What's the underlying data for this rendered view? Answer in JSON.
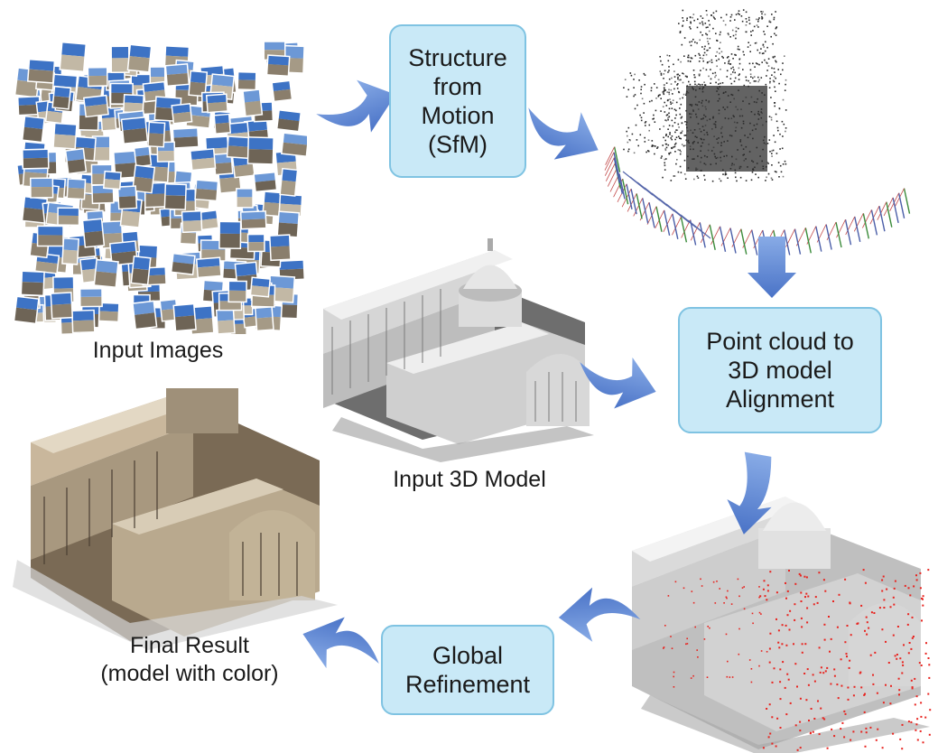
{
  "diagram": {
    "nodes": {
      "sfm": {
        "lines": [
          "Structure",
          "from",
          "Motion",
          "(SfM)"
        ]
      },
      "alignment": {
        "lines": [
          "Point cloud to",
          "3D model",
          "Alignment"
        ]
      },
      "refinement": {
        "lines": [
          "Global",
          "Refinement"
        ]
      }
    },
    "captions": {
      "input_images": "Input Images",
      "input_model": "Input 3D Model",
      "final_result": [
        "Final Result",
        "(model with color)"
      ]
    },
    "colors": {
      "box_fill": "#c9e9f7",
      "box_border": "#7fc3e2",
      "arrow": "#5b86d6",
      "highlight": "#e8231f"
    },
    "icons": {
      "photo_collage": "photo-collage-icon",
      "point_cloud": "point-cloud-icon",
      "cathedral_model": "cathedral-model-icon",
      "aligned_model": "aligned-model-icon",
      "colored_model": "colored-model-icon"
    }
  }
}
